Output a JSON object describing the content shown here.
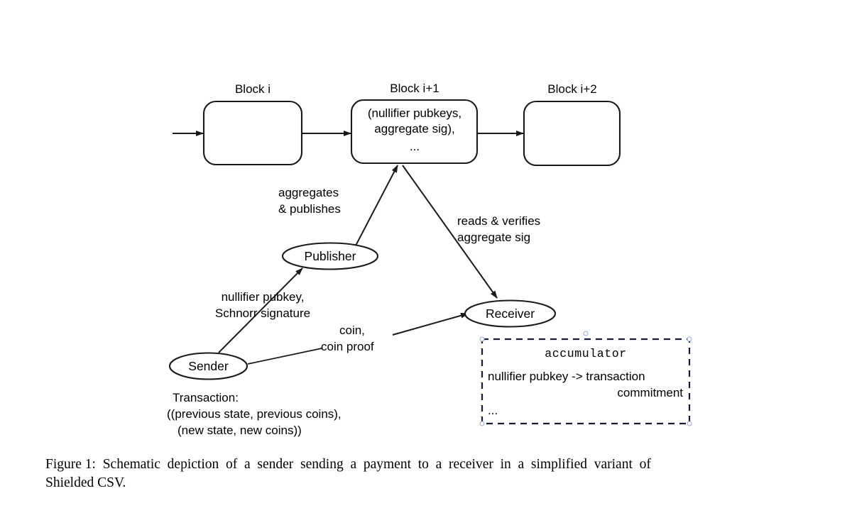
{
  "figure": {
    "caption_line1": "Figure 1:  Schematic  depiction  of  a  sender  sending  a  payment  to  a  receiver  in  a  simplified  variant  of",
    "caption_line2": "Shielded CSV."
  },
  "blocks": [
    {
      "title": "Block i",
      "body": []
    },
    {
      "title": "Block i+1",
      "body": [
        "(nullifier pubkeys,",
        "aggregate sig),",
        "..."
      ]
    },
    {
      "title": "Block i+2",
      "body": []
    }
  ],
  "nodes": {
    "publisher": "Publisher",
    "sender": "Sender",
    "receiver": "Receiver"
  },
  "edge_labels": {
    "aggregates_line1": "aggregates",
    "aggregates_line2": "& publishes",
    "reads_line1": "reads & verifies",
    "reads_line2": "aggregate sig",
    "sender_to_publisher_line1": "nullifier pubkey,",
    "sender_to_publisher_line2": "Schnorr signature",
    "sender_to_receiver_line1": "coin,",
    "sender_to_receiver_line2": "coin proof"
  },
  "transaction_note": {
    "line1": "Transaction:",
    "line2": "((previous state, previous coins),",
    "line3": "(new state, new coins))"
  },
  "accumulator": {
    "title": "accumulator",
    "line1": "nullifier pubkey -> transaction",
    "line2": "commitment",
    "line3": "..."
  },
  "colors": {
    "stroke": "#1a1a1a",
    "accumulator_border": "#161a33",
    "handle": "#9aa8d8",
    "background": "#ffffff"
  }
}
